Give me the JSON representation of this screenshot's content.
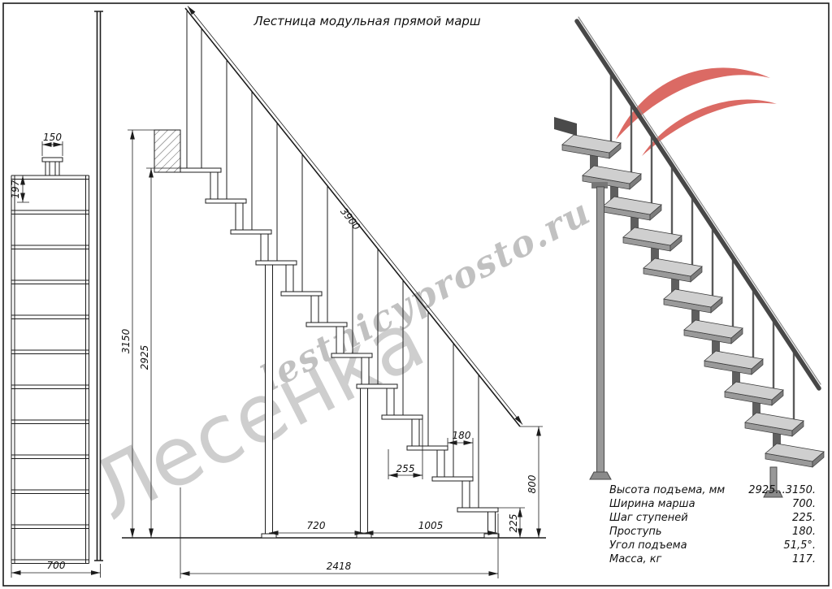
{
  "title": "Лестница модульная прямой марш",
  "watermark": {
    "brand": "Лесенка",
    "site": "lestnicyprosto.ru"
  },
  "dims": {
    "front_top_width": "150",
    "front_first_rise": "197",
    "front_width": "700",
    "rail_length": "3900",
    "total_height": "3150",
    "march_height": "2925",
    "tread_depth": "180",
    "step_run": "255",
    "bottom_rise": "225",
    "rail_end_height": "800",
    "post_spacing_1": "720",
    "post_spacing_2": "1005",
    "total_run": "2418"
  },
  "specs": {
    "rows": [
      {
        "label": "Высота подъема, мм",
        "value": "2925...3150."
      },
      {
        "label": "Ширина марша",
        "value": "700."
      },
      {
        "label": "Шаг ступеней",
        "value": "225."
      },
      {
        "label": "Проступь",
        "value": "180."
      },
      {
        "label": "Угол подъема",
        "value": "51,5°."
      },
      {
        "label": "Масса, кг",
        "value": "117."
      }
    ]
  },
  "colors": {
    "line": "#1c1c1c",
    "logo_red": "#db6a64",
    "watermark_brand": "#c2c2c2",
    "watermark_site": "#b2b2b2"
  }
}
